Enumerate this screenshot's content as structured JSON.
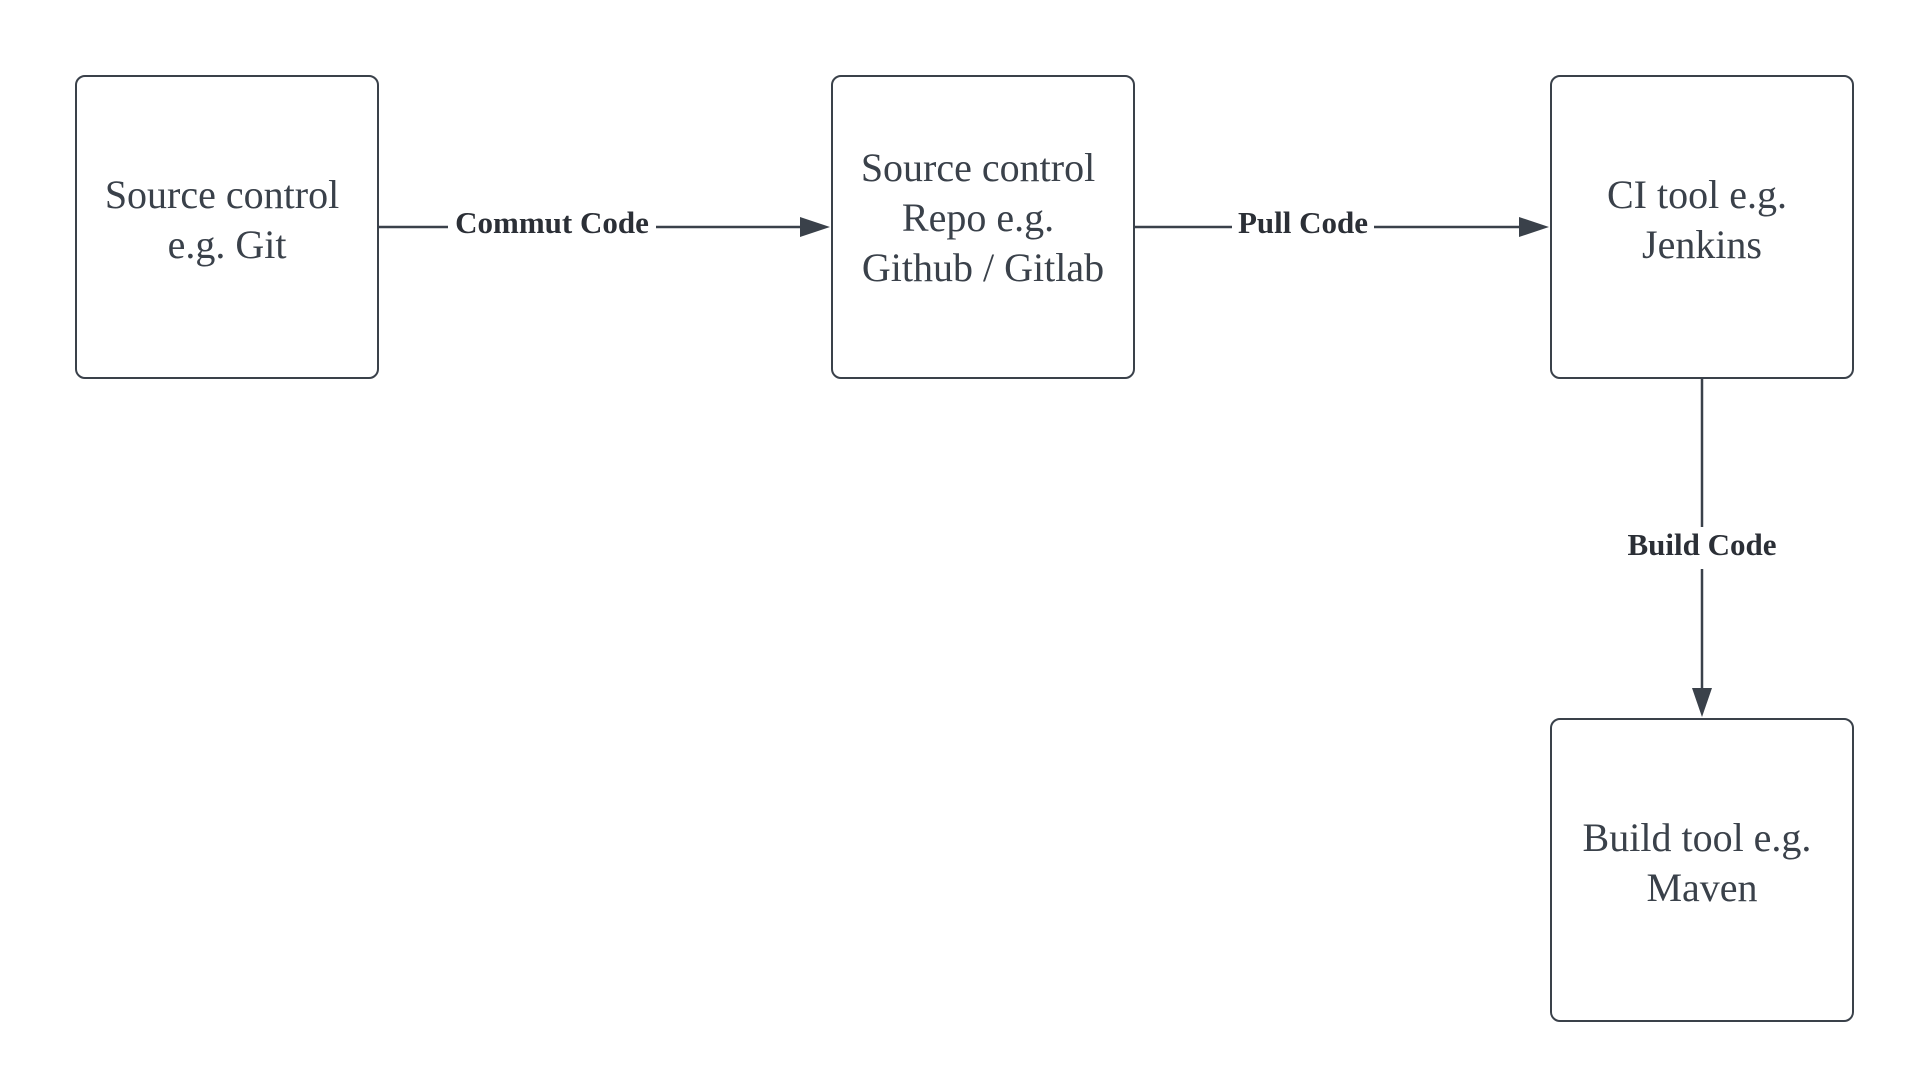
{
  "colors": {
    "stroke": "#3a414a",
    "label_text": "#2b2f36",
    "background": "#ffffff"
  },
  "nodes": [
    {
      "id": "source-control",
      "lines": [
        "Source control",
        "e.g. Git"
      ]
    },
    {
      "id": "source-repo",
      "lines": [
        "Source control",
        "Repo e.g.",
        "Github / Gitlab"
      ]
    },
    {
      "id": "ci-tool",
      "lines": [
        "CI tool e.g.",
        "Jenkins"
      ]
    },
    {
      "id": "build-tool",
      "lines": [
        "Build tool e.g.",
        "Maven"
      ]
    }
  ],
  "edges": [
    {
      "from": "source-control",
      "to": "source-repo",
      "label": "Commut Code"
    },
    {
      "from": "source-repo",
      "to": "ci-tool",
      "label": "Pull Code"
    },
    {
      "from": "ci-tool",
      "to": "build-tool",
      "label": "Build Code"
    }
  ]
}
